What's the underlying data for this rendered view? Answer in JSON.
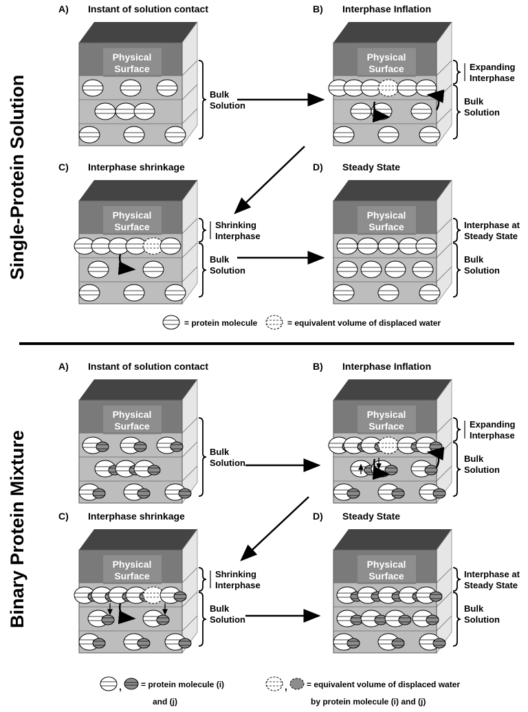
{
  "sections": [
    {
      "side_title": "Single-Protein Solution",
      "panels": [
        {
          "letter": "A)",
          "title": "Instant of solution contact",
          "surface_line1": "Physical",
          "surface_line2": "Surface",
          "labels": [
            "Bulk",
            "Solution"
          ]
        },
        {
          "letter": "B)",
          "title": "Interphase Inflation",
          "surface_line1": "Physical",
          "surface_line2": "Surface",
          "labels": [
            "Expanding",
            "Interphase",
            "Bulk",
            "Solution"
          ]
        },
        {
          "letter": "C)",
          "title": "Interphase shrinkage",
          "surface_line1": "Physical",
          "surface_line2": "Surface",
          "labels": [
            "Shrinking",
            "Interphase",
            "Bulk",
            "Solution"
          ]
        },
        {
          "letter": "D)",
          "title": "Steady State",
          "surface_line1": "Physical",
          "surface_line2": "Surface",
          "labels": [
            "Interphase at",
            "Steady State",
            "Bulk",
            "Solution"
          ]
        }
      ],
      "legend": {
        "protein": "= protein molecule",
        "water": "= equivalent volume of displaced water"
      }
    },
    {
      "side_title": "Binary Protein Mixture",
      "panels": [
        {
          "letter": "A)",
          "title": "Instant of solution contact",
          "surface_line1": "Physical",
          "surface_line2": "Surface",
          "labels": [
            "Bulk",
            "Solution"
          ]
        },
        {
          "letter": "B)",
          "title": "Interphase Inflation",
          "surface_line1": "Physical",
          "surface_line2": "Surface",
          "labels": [
            "Expanding",
            "Interphase",
            "Bulk",
            "Solution"
          ]
        },
        {
          "letter": "C)",
          "title": "Interphase shrinkage",
          "surface_line1": "Physical",
          "surface_line2": "Surface",
          "labels": [
            "Shrinking",
            "Interphase",
            "Bulk",
            "Solution"
          ]
        },
        {
          "letter": "D)",
          "title": "Steady State",
          "surface_line1": "Physical",
          "surface_line2": "Surface",
          "labels": [
            "Interphase at",
            "Steady State",
            "Bulk",
            "Solution"
          ]
        }
      ],
      "legend": {
        "comma": ",",
        "protein_line1": "= protein molecule (i)",
        "protein_line2": "and (j)",
        "water_line1": "= equivalent volume of displaced water",
        "water_line2": "by protein molecule (i) and (j)"
      }
    }
  ],
  "colors": {
    "block_top": "#555555",
    "block_upper": "#7a7a7a",
    "block_lower": "#bdbdbd",
    "block_side": "#e6e6e6",
    "molecule_i": "#ffffff",
    "molecule_j": "#8c8c8c",
    "ink": "#000000"
  }
}
